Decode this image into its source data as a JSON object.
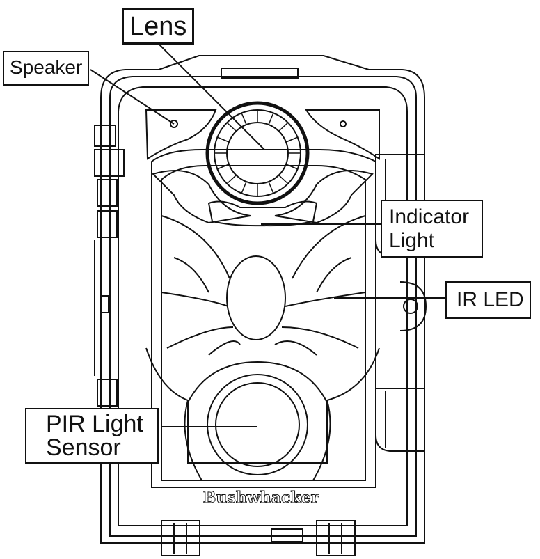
{
  "diagram": {
    "callouts": {
      "lens": "Lens",
      "speaker": "Speaker",
      "indicator_line1": "Indicator",
      "indicator_line2": "Light",
      "ir_led": "IR LED",
      "pir_line1": "PIR Light",
      "pir_line2": "Sensor"
    },
    "brand": "Bushwhacker",
    "colors": {
      "line": "#111111",
      "background": "#ffffff"
    }
  }
}
